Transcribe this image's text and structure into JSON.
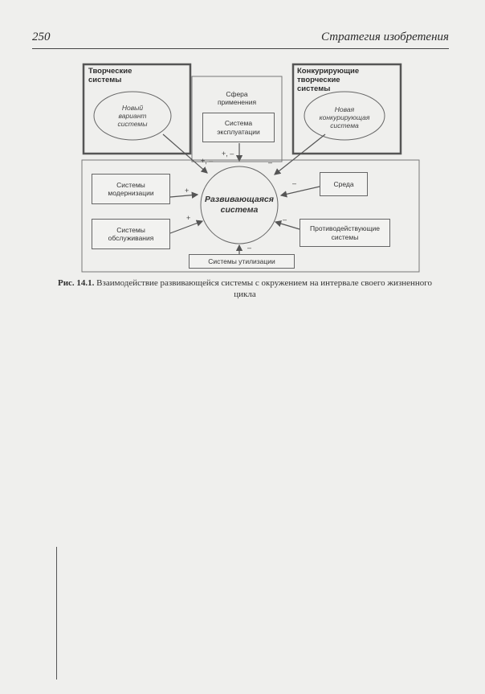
{
  "header": {
    "page_number": "250",
    "running_title": "Стратегия изобретения"
  },
  "figure": {
    "creative_systems": {
      "title_line1": "Творческие",
      "title_line2": "системы",
      "ellipse_line1": "Новый",
      "ellipse_line2": "вариант",
      "ellipse_line3": "системы"
    },
    "competing_systems": {
      "title_line1": "Конкурирующие",
      "title_line2": "творческие",
      "title_line3": "системы",
      "ellipse_line1": "Новая",
      "ellipse_line2": "конкурирующая",
      "ellipse_line3": "система"
    },
    "application_sphere": {
      "label_line1": "Сфера",
      "label_line2": "применения",
      "exploitation_line1": "Система",
      "exploitation_line2": "эксплуатации"
    },
    "center": {
      "line1": "Развивающаяся",
      "line2": "система"
    },
    "modernization": {
      "line1": "Системы",
      "line2": "модернизации"
    },
    "service": {
      "line1": "Системы",
      "line2": "обслуживания"
    },
    "environment": {
      "line1": "Среда"
    },
    "counteracting": {
      "line1": "Противодействующие",
      "line2": "системы"
    },
    "utilization": {
      "line1": "Системы утилизации"
    },
    "signs": {
      "plus_minus_top": "+, –",
      "plus_minus_left": "+, –",
      "minus_right_top": "–",
      "plus_mod": "+",
      "plus_serv": "+",
      "minus_env": "–",
      "minus_counter": "–",
      "minus_util": "–"
    }
  },
  "caption": {
    "label": "Рис. 14.1.",
    "text": " Взаимодействие развивающейся системы с окружением на интервале своего жизненного цикла"
  }
}
